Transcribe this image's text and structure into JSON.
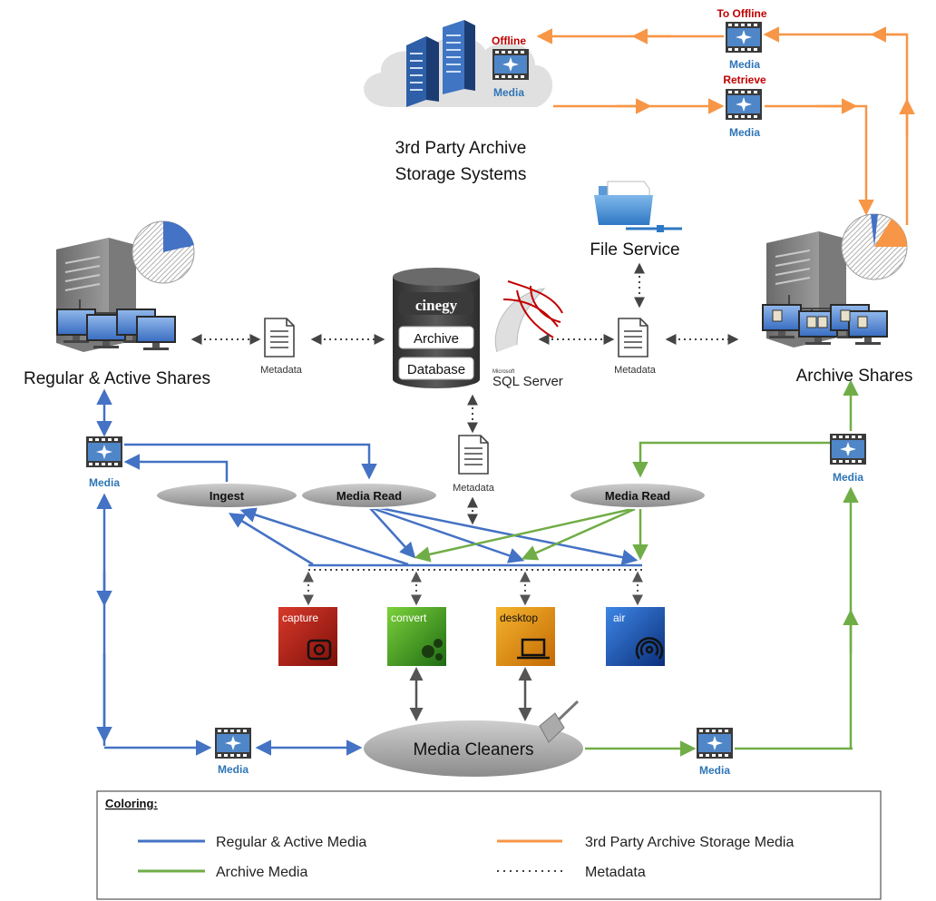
{
  "colors": {
    "regular": "#4472C4",
    "archive": "#70AD47",
    "third_party": "#F79646",
    "metadata": "#555555",
    "red_label": "#C00000",
    "media_blue": "#2E75B6"
  },
  "cloud": {
    "title_line1": "3rd Party Archive",
    "title_line2": "Storage Systems",
    "offline_label": "Offline",
    "media_label": "Media"
  },
  "to_offline": {
    "label": "To Offline",
    "media_label": "Media"
  },
  "retrieve": {
    "label": "Retrieve",
    "media_label": "Media"
  },
  "file_service": {
    "label": "File Service"
  },
  "regular_shares": {
    "label": "Regular & Active Shares"
  },
  "archive_shares": {
    "label": "Archive Shares"
  },
  "database": {
    "brand": "cinegy",
    "line1": "Archive",
    "line2": "Database",
    "sql_small": "Microsoft",
    "sql_label": "SQL Server"
  },
  "metadata_docs": {
    "left": "Metadata",
    "right": "Metadata",
    "center": "Metadata"
  },
  "media_icons": {
    "left_upper": "Media",
    "right_upper": "Media",
    "bottom_left": "Media",
    "bottom_right": "Media"
  },
  "processes": {
    "ingest": "Ingest",
    "media_read_left": "Media Read",
    "media_read_right": "Media Read",
    "cleaners": "Media Cleaners"
  },
  "apps": {
    "capture": "capture",
    "convert": "convert",
    "desktop": "desktop",
    "air": "air"
  },
  "legend": {
    "title": "Coloring:",
    "regular": "Regular & Active Media",
    "archive": "Archive Media",
    "third_party": "3rd Party Archive Storage Media",
    "metadata": "Metadata"
  }
}
